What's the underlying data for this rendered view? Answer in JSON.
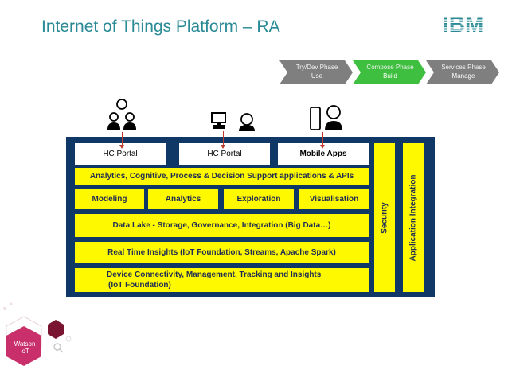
{
  "header": {
    "title": "Internet of Things Platform – RA",
    "logo_text": "IBM"
  },
  "phases": [
    {
      "label": "Try/Dev Phase",
      "sub": "Use",
      "color": "#7f7f7f"
    },
    {
      "label": "Compose Phase",
      "sub": "Build",
      "color": "#3fbf3f"
    },
    {
      "label": "Services Phase",
      "sub": "Manage",
      "color": "#7f7f7f"
    }
  ],
  "icons": [
    "users-icon",
    "desktop-user-icon",
    "mobile-user-icon"
  ],
  "diagram": {
    "portals": [
      "HC Portal",
      "HC Portal",
      "Mobile Apps"
    ],
    "analytics_apps": "Analytics, Cognitive, Process & Decision Support applications & APIs",
    "tools": [
      "Modeling",
      "Analytics",
      "Exploration",
      "Visualisation"
    ],
    "data_lake": "Data Lake  - Storage, Governance, Integration (Big Data…)",
    "realtime": "Real Time Insights (IoT Foundation, Streams, Apache Spark)",
    "device_line1": "Device Connectivity, Management, Tracking and Insights",
    "device_line2": "(IoT Foundation)",
    "security": "Security",
    "app_integration": "Application Integration"
  },
  "watson_badge": {
    "line1": "Watson",
    "line2": "IoT"
  },
  "colors": {
    "accent": "#2a8a95",
    "frame": "#0f3866",
    "layer": "#fff900",
    "arrow": "#c0392b"
  }
}
